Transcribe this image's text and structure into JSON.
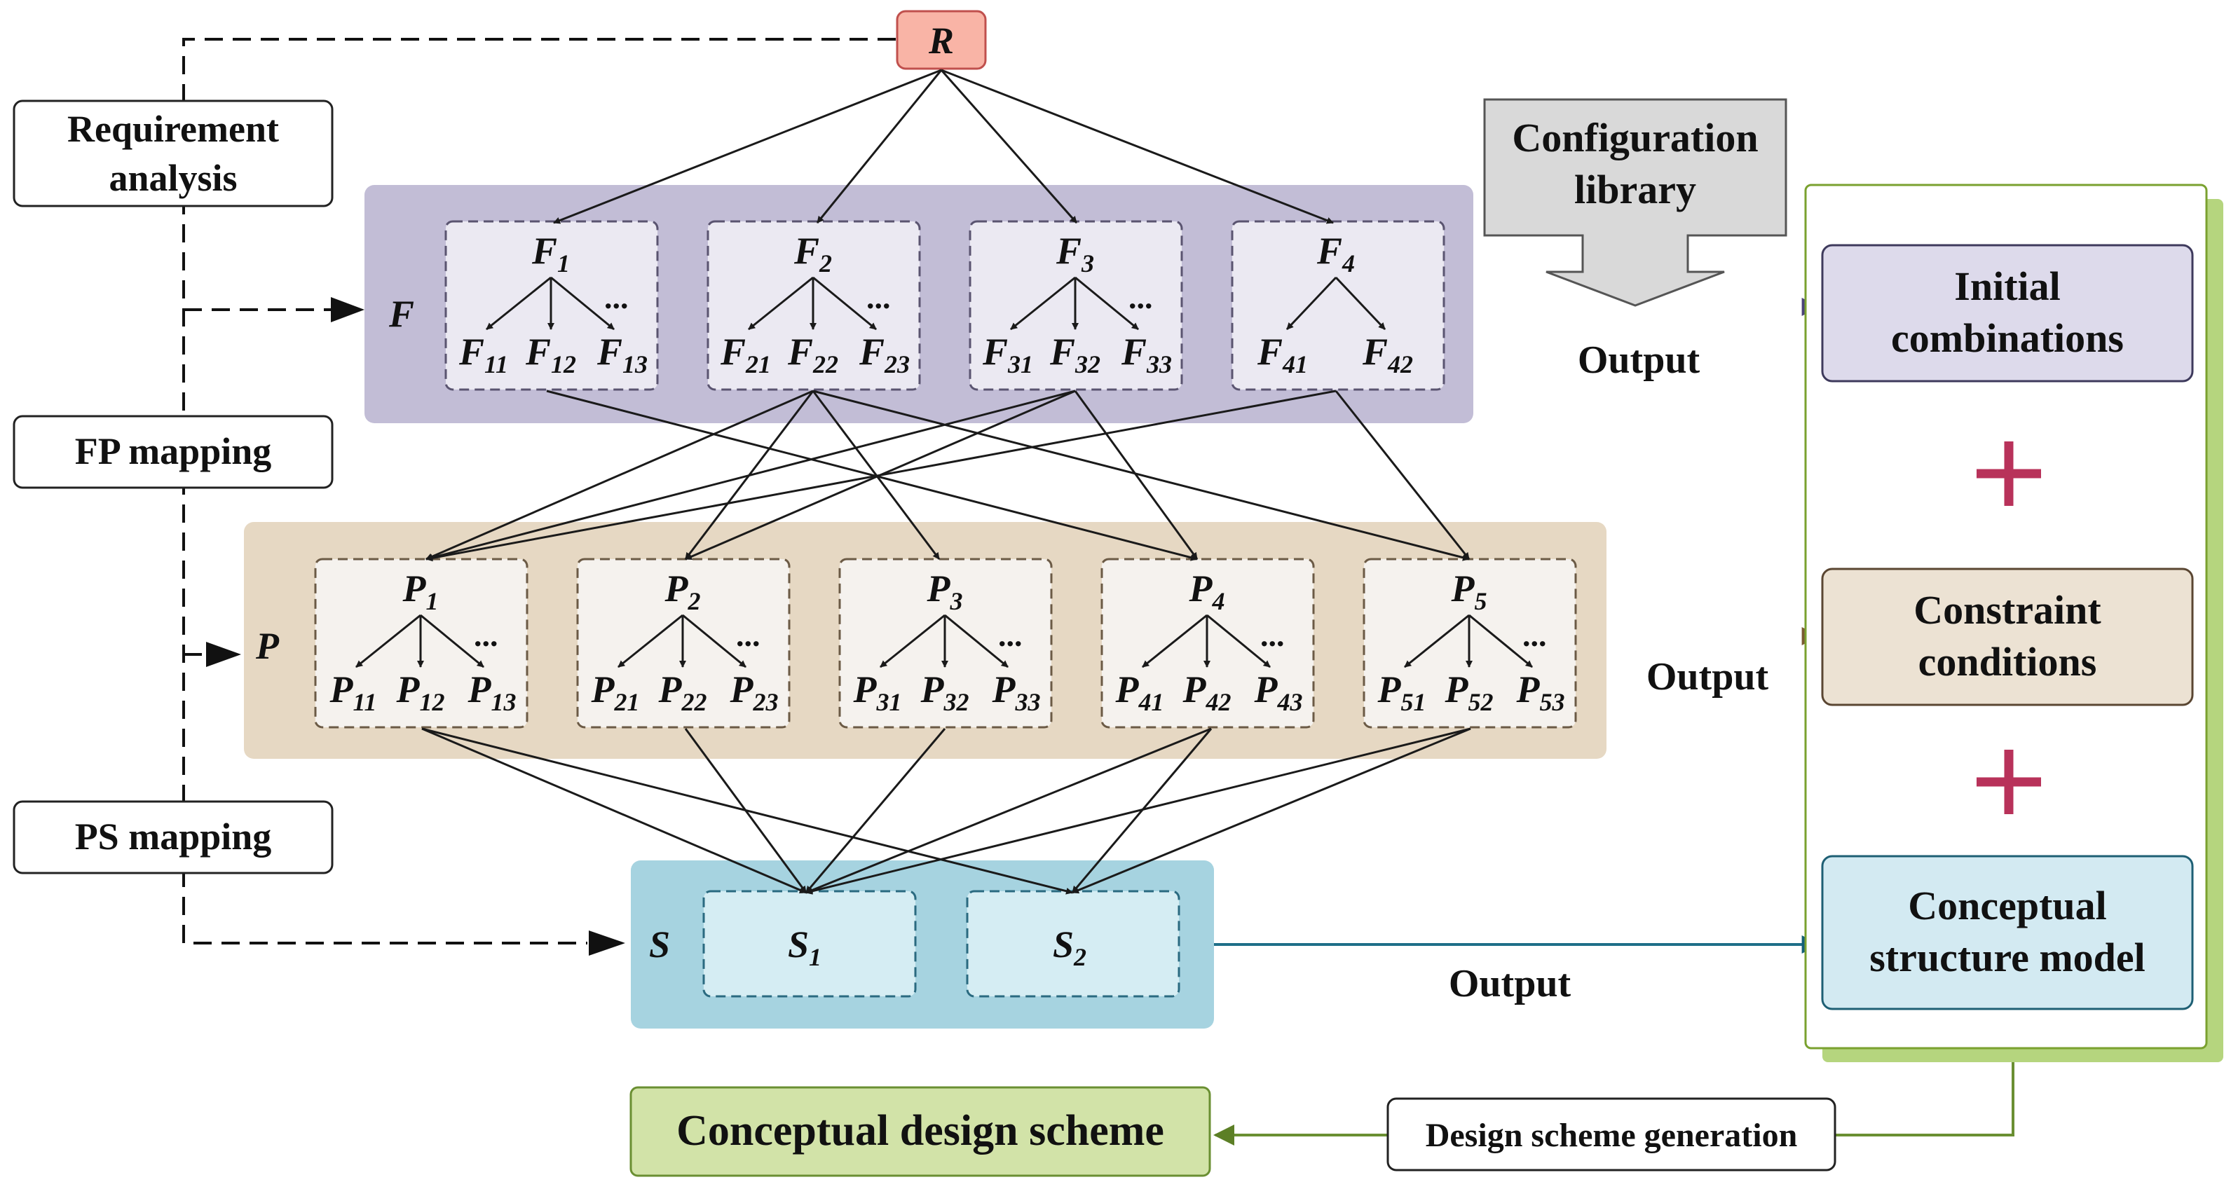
{
  "root": {
    "main": "R",
    "sub": ""
  },
  "left_labels": {
    "requirement_analysis": [
      "Requirement",
      "analysis"
    ],
    "fp_mapping": "FP mapping",
    "ps_mapping": "PS mapping"
  },
  "layers": {
    "F": "F",
    "P": "P",
    "S": "S"
  },
  "f_nodes": [
    {
      "main": "F",
      "sub": "1",
      "children": [
        {
          "main": "F",
          "sub": "11"
        },
        {
          "main": "F",
          "sub": "12"
        },
        {
          "main": "F",
          "sub": "13"
        }
      ],
      "ellipsis": "..."
    },
    {
      "main": "F",
      "sub": "2",
      "children": [
        {
          "main": "F",
          "sub": "21"
        },
        {
          "main": "F",
          "sub": "22"
        },
        {
          "main": "F",
          "sub": "23"
        }
      ],
      "ellipsis": "..."
    },
    {
      "main": "F",
      "sub": "3",
      "children": [
        {
          "main": "F",
          "sub": "31"
        },
        {
          "main": "F",
          "sub": "32"
        },
        {
          "main": "F",
          "sub": "33"
        }
      ],
      "ellipsis": "..."
    },
    {
      "main": "F",
      "sub": "4",
      "children": [
        {
          "main": "F",
          "sub": "41"
        },
        {
          "main": "F",
          "sub": "42"
        }
      ],
      "ellipsis": ""
    }
  ],
  "p_nodes": [
    {
      "main": "P",
      "sub": "1",
      "children": [
        {
          "main": "P",
          "sub": "11"
        },
        {
          "main": "P",
          "sub": "12"
        },
        {
          "main": "P",
          "sub": "13"
        }
      ],
      "ellipsis": "..."
    },
    {
      "main": "P",
      "sub": "2",
      "children": [
        {
          "main": "P",
          "sub": "21"
        },
        {
          "main": "P",
          "sub": "22"
        },
        {
          "main": "P",
          "sub": "23"
        }
      ],
      "ellipsis": "..."
    },
    {
      "main": "P",
      "sub": "3",
      "children": [
        {
          "main": "P",
          "sub": "31"
        },
        {
          "main": "P",
          "sub": "32"
        },
        {
          "main": "P",
          "sub": "33"
        }
      ],
      "ellipsis": "..."
    },
    {
      "main": "P",
      "sub": "4",
      "children": [
        {
          "main": "P",
          "sub": "41"
        },
        {
          "main": "P",
          "sub": "42"
        },
        {
          "main": "P",
          "sub": "43"
        }
      ],
      "ellipsis": "..."
    },
    {
      "main": "P",
      "sub": "5",
      "children": [
        {
          "main": "P",
          "sub": "51"
        },
        {
          "main": "P",
          "sub": "52"
        },
        {
          "main": "P",
          "sub": "53"
        }
      ],
      "ellipsis": "..."
    }
  ],
  "s_nodes": [
    {
      "main": "S",
      "sub": "1"
    },
    {
      "main": "S",
      "sub": "2"
    }
  ],
  "configuration_library": [
    "Configuration",
    "library"
  ],
  "outputs": {
    "f": "Output",
    "p": "Output",
    "s": "Output"
  },
  "result_panel": {
    "initial": [
      "Initial",
      "combinations"
    ],
    "plus": "+",
    "constraint": [
      "Constraint",
      "conditions"
    ],
    "model": [
      "Conceptual",
      "structure model"
    ]
  },
  "design_scheme_generation": "Design scheme generation",
  "conceptual_design_scheme": "Conceptual design scheme",
  "colors": {
    "root_fill": "#f9b4a6",
    "root_stroke": "#c0504d",
    "f_layer": "#c2bdd6",
    "f_inner": "#ebe9f2",
    "p_layer": "#e6d8c3",
    "p_inner": "#f5f2ee",
    "s_layer": "#a6d3e0",
    "s_inner": "#d5edf3",
    "panel_border": "#7aa12f",
    "panel_shadow": "#b5d57e",
    "initial_fill": "#dddaeb",
    "constraint_fill": "#ece2d3",
    "model_fill": "#d3eaf2",
    "plus": "#b8325a",
    "scheme_fill": "#d2e3a8",
    "scheme_stroke": "#6a8f32",
    "config_fill": "#d9d9d9"
  }
}
